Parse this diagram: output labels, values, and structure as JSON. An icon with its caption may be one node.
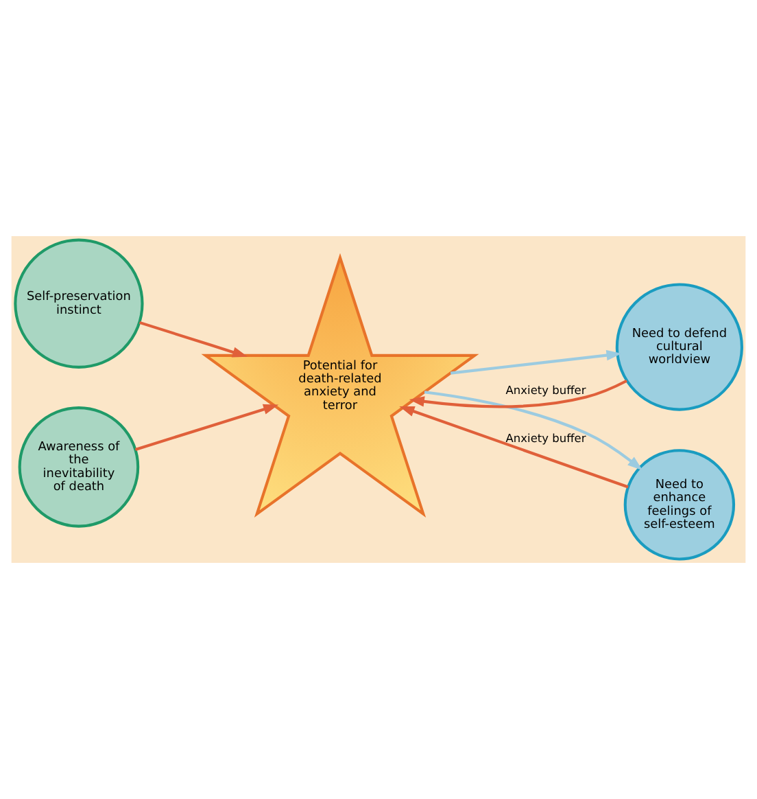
{
  "diagram": {
    "nodes": [
      {
        "text": [
          "Self-preservation instinct"
        ]
      },
      {
        "text": [
          "Awareness of the inevitability of death"
        ]
      },
      {
        "text": [
          "Potential for death-related anxiety and terror"
        ]
      },
      {
        "text": [
          "Need to defend cultural worldview"
        ]
      },
      {
        "text": [
          "Need to enhance feelings of self-esteem"
        ]
      }
    ],
    "edges": [
      {
        "from": 0,
        "to": 2,
        "arrow": "to"
      },
      {
        "from": 1,
        "to": 2,
        "arrow": "to"
      },
      {
        "from": 3,
        "to": 2,
        "arrow": "to",
        "label": "Anxiety buffer"
      },
      {
        "from": 4,
        "to": 2,
        "arrow": "to",
        "label": "Anxiety buffer"
      },
      {
        "from": 2,
        "to": 3,
        "arrow": "to",
        "color": "#9ccbe0"
      },
      {
        "from": 2,
        "to": 4,
        "arrow": "to",
        "color": "#9ccbe0"
      }
    ]
  }
}
